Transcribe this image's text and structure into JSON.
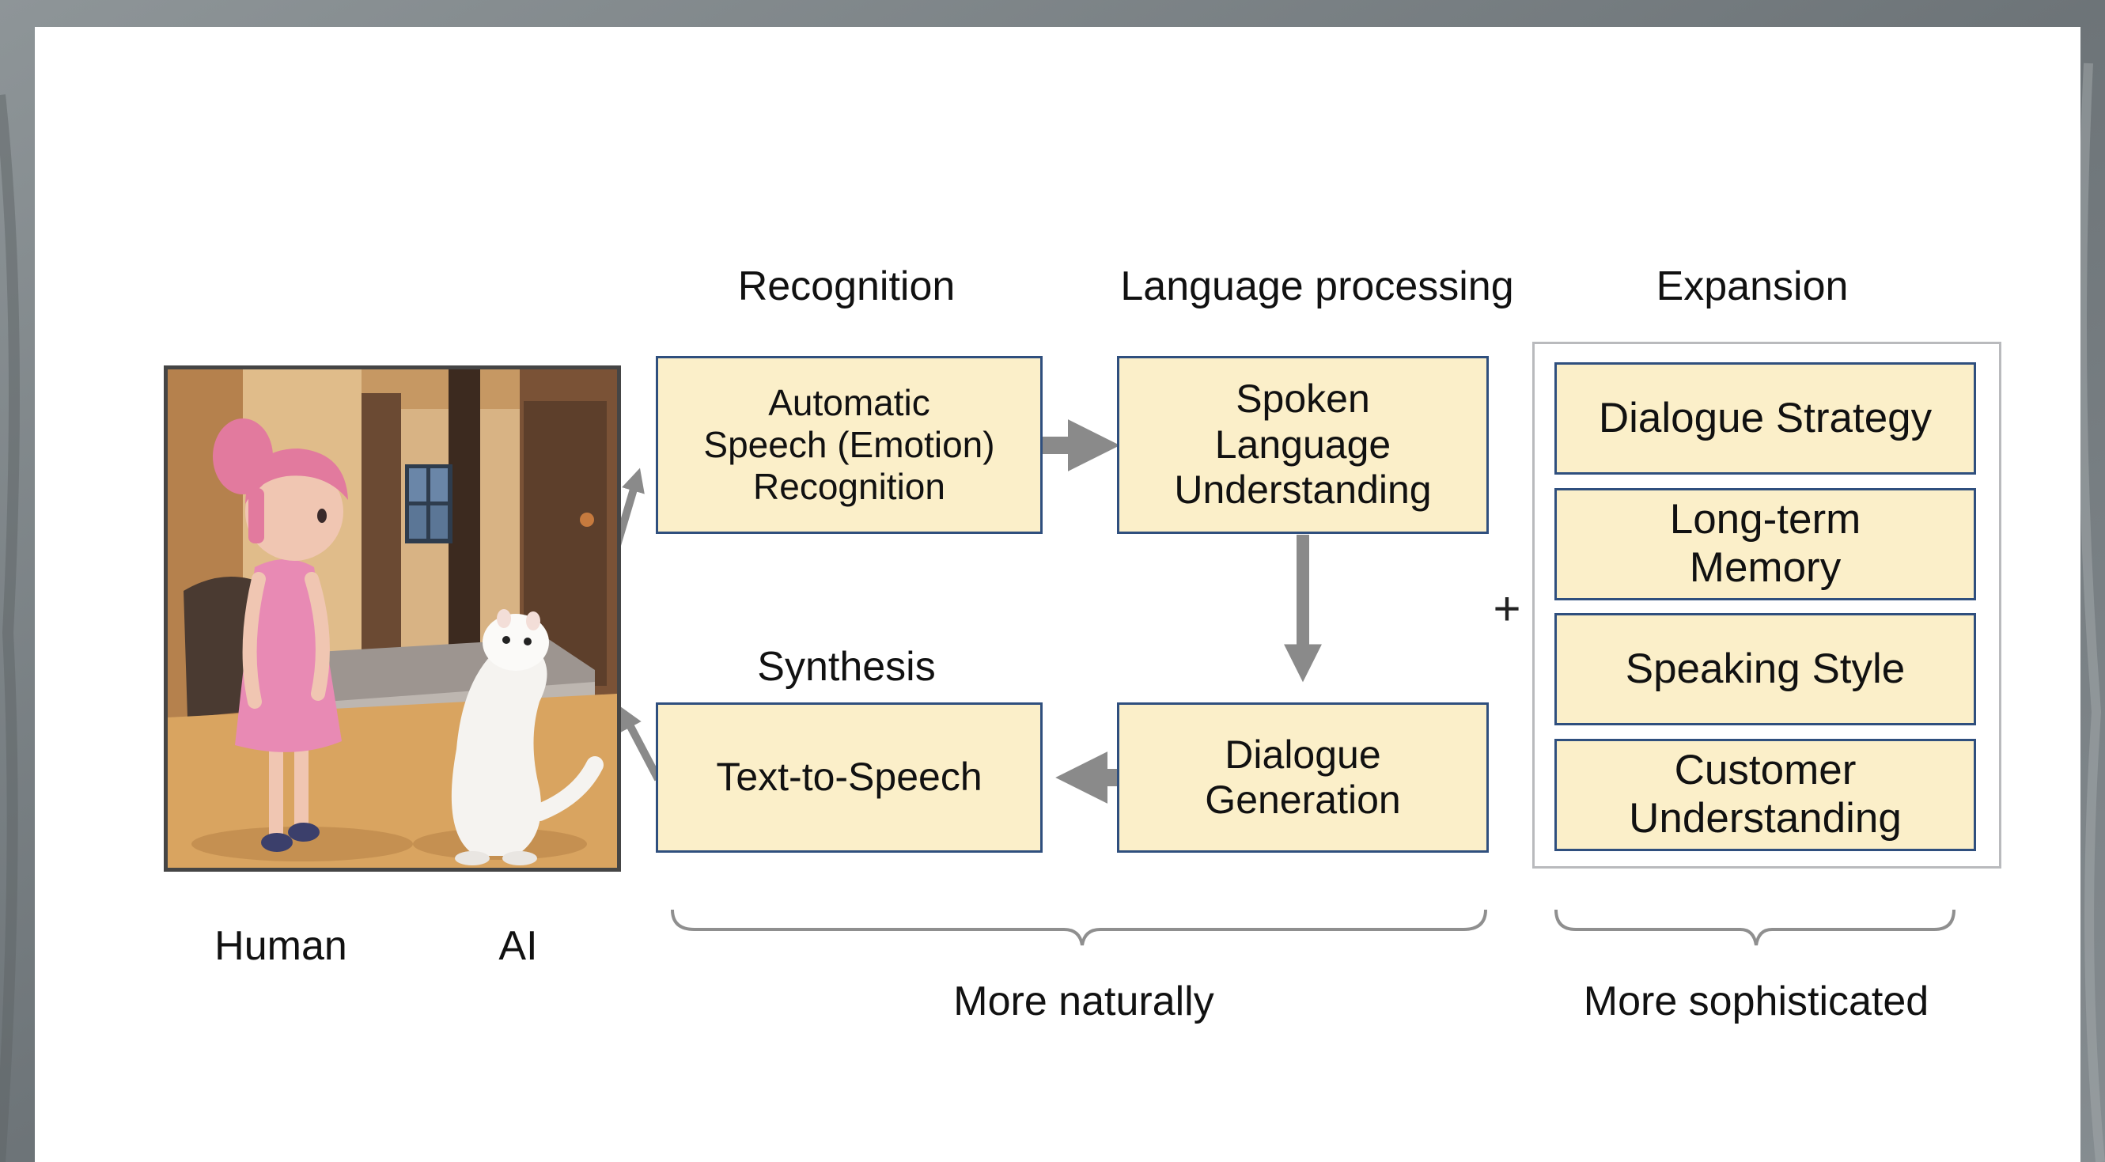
{
  "headings": {
    "recognition": "Recognition",
    "language_processing": "Language processing",
    "expansion": "Expansion",
    "synthesis": "Synthesis"
  },
  "boxes": {
    "asr": "Automatic\nSpeech (Emotion)\nRecognition",
    "slu": "Spoken\nLanguage\nUnderstanding",
    "dialogue_generation": "Dialogue\nGeneration",
    "tts": "Text-to-Speech"
  },
  "expansion_items": [
    "Dialogue Strategy",
    "Long-term\nMemory",
    "Speaking Style",
    "Customer\nUnderstanding"
  ],
  "plus_sign": "+",
  "scene_labels": {
    "human": "Human",
    "ai": "AI"
  },
  "braces": {
    "left_caption": "More naturally",
    "right_caption": "More sophisticated"
  },
  "colors": {
    "box_fill": "#fbefc9",
    "box_border": "#2f4f7e",
    "arrow": "#8a8a8a",
    "frame": "#b9babd",
    "backdrop": "#7c8387"
  },
  "icons": {
    "scene": "illustration-girl-and-ferret",
    "arrows": "flow-arrow"
  }
}
